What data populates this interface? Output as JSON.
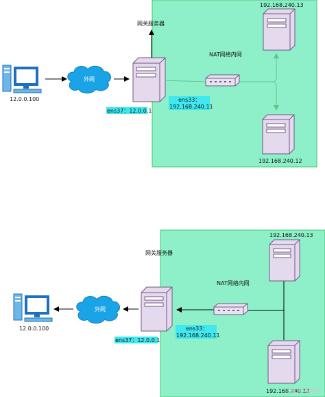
{
  "colors": {
    "nat_zone_fill": "#8ef0c8",
    "nat_zone_stroke": "#40c96a",
    "ip_label_bg": "#3fe9ef",
    "cloud_fill": "#1aa3e6",
    "server_fill": "#e5d9ee",
    "server_stroke": "#6f5882",
    "switch_fill": "#e9e2f2",
    "monitor_blue": "#1e6fbf",
    "link_green": "#6abf8f",
    "arrow_black": "#000000"
  },
  "diagrams": [
    {
      "gateway_label": "网关服务器",
      "cloud_label": "外网",
      "client_ip": "12.0.0.100",
      "nat_label": "NAT网络内网",
      "ens37_label": "ens37：12.0.0.1",
      "ens33_label_line1": "ens33：",
      "ens33_label_line2": "192.168.240.11",
      "server_top_ip": "192.168.240.13",
      "server_bottom_ip": "192.168.240.12"
    },
    {
      "gateway_label": "网关服务器",
      "cloud_label": "外网",
      "client_ip": "12.0.0.100",
      "nat_label": "NAT网络内网",
      "ens37_label": "ens37：12.0.0.1",
      "ens33_label_line1": "ens33：",
      "ens33_label_line2": "192.168.240.11",
      "server_top_ip": "192.168.240.13",
      "server_bottom_ip": "192.168.240.12"
    }
  ],
  "watermark": "CSDN @苏州"
}
